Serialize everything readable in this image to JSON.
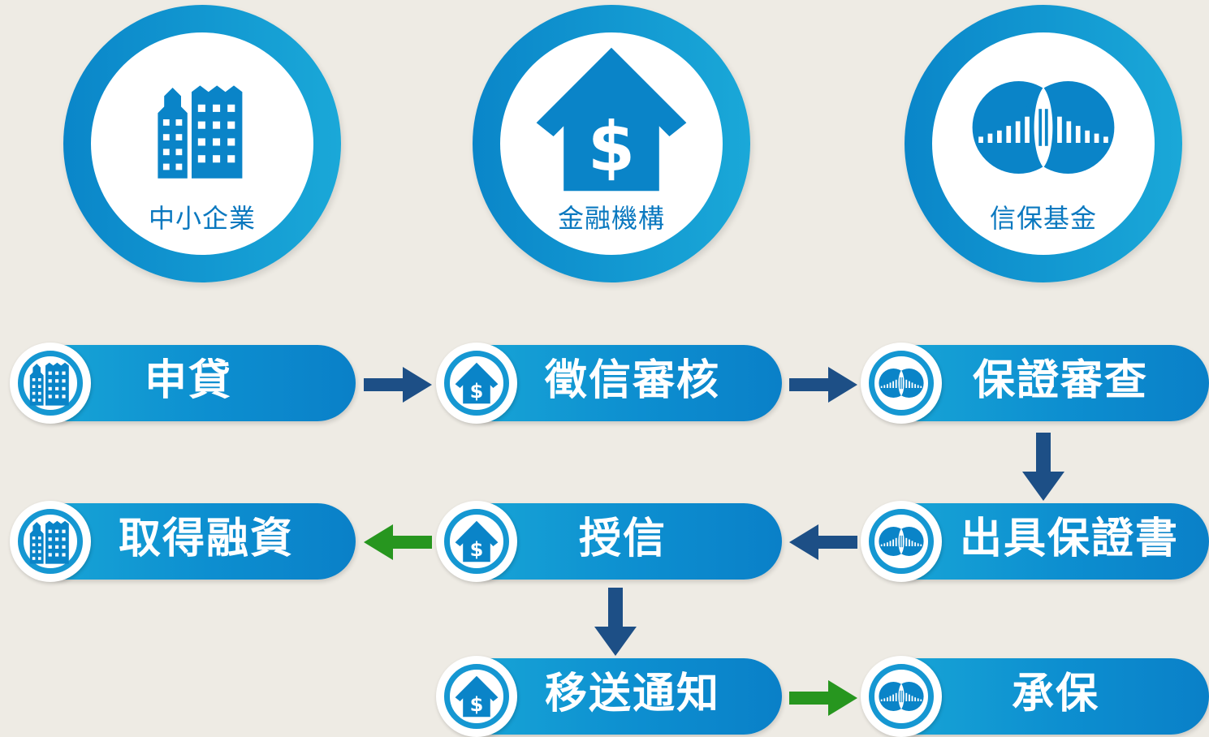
{
  "actors": {
    "sme": "中小企業",
    "bank": "金融機構",
    "fund": "信保基金"
  },
  "steps": {
    "apply": "申貸",
    "credit_review": "徵信審核",
    "guarantee_review": "保證審查",
    "issue_certificate": "出具保證書",
    "credit_grant": "授信",
    "obtain_financing": "取得融資",
    "transfer_notice": "移送通知",
    "underwrite": "承保"
  },
  "colors": {
    "background": "#eeebe4",
    "primary_blue": "#0a86c9",
    "dark_arrow": "#1d4f86",
    "green_arrow": "#27961f"
  }
}
